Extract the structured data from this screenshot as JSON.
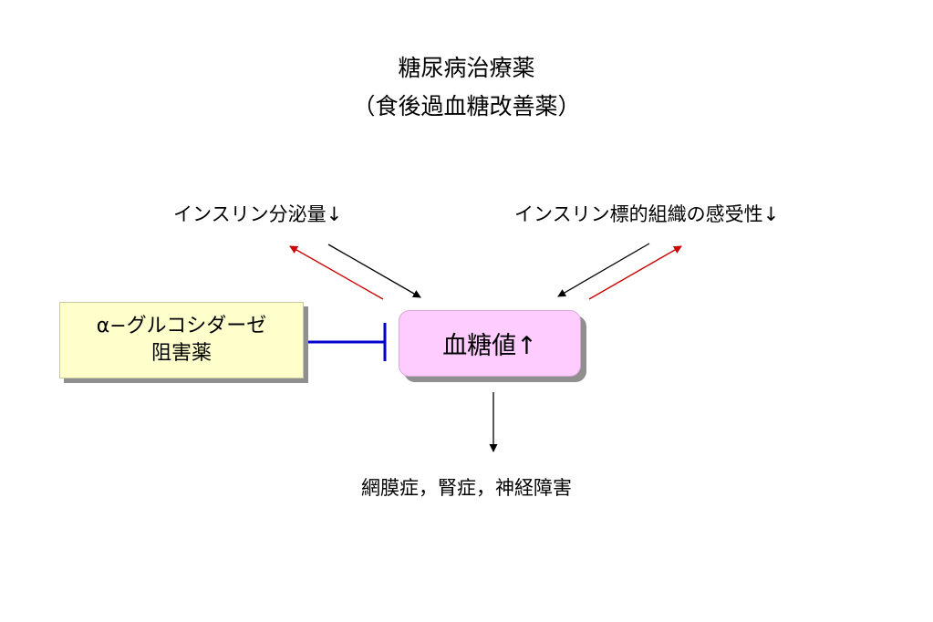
{
  "title": {
    "line1": "糖尿病治療薬",
    "line2": "（食後過血糖改善薬）"
  },
  "nodes": {
    "insulin_secretion": "インスリン分泌量↓",
    "insulin_sensitivity": "インスリン標的組織の感受性↓",
    "drug_line1": "α−グルコシダーゼ",
    "drug_line2": "阻害薬",
    "blood_glucose": "血糖値↑",
    "complications": "網膜症，腎症，神経障害"
  },
  "colors": {
    "drug_box": "#ffffcc",
    "glucose_box": "#ffccff",
    "inhibition_line": "#0000cc",
    "feedback_arrow": "#cc0000",
    "causal_arrow": "#000000"
  }
}
